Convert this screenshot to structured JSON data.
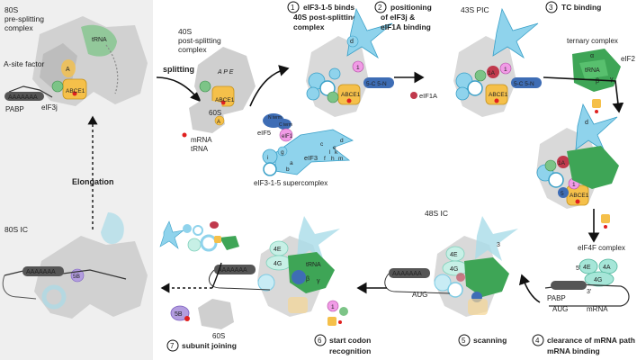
{
  "panel_80s": {
    "title_line1": "80S",
    "title_line2": "pre-splitting",
    "title_line3": "complex",
    "a_site_factor": "A-site factor",
    "trna": "tRNA",
    "a_tag": "A",
    "pabp": "PABP",
    "poly_a": "AAAAAAA",
    "eif3j": "eIF3j",
    "abce1": "ABCE1"
  },
  "elongation": "Elongation",
  "splitting": "splitting",
  "post_splitting_40s": {
    "line1": "40S",
    "line2": "post-splitting",
    "line3": "complex",
    "sites": "A P E",
    "abce1": "ABCE1"
  },
  "released": {
    "s60": "60S",
    "a_tag": "A",
    "mrna": "mRNA",
    "trna": "tRNA"
  },
  "steps": [
    {
      "num": "1",
      "line1": "eIF3-1-5 binds",
      "line2": "40S post-splitting",
      "line3": "complex"
    },
    {
      "num": "2",
      "line1": "positioning",
      "line2": "of eIF3j &",
      "line3": "eIF1A binding"
    },
    {
      "num": "3",
      "line1": "TC binding",
      "line2": "",
      "line3": ""
    },
    {
      "num": "4",
      "line1": "clearance of mRNA path &",
      "line2": "mRNA binding",
      "line3": ""
    },
    {
      "num": "5",
      "line1": "scanning",
      "line2": "",
      "line3": ""
    },
    {
      "num": "6",
      "line1": "start codon",
      "line2": "recognition",
      "line3": ""
    },
    {
      "num": "7",
      "line1": "subunit joining",
      "line2": "",
      "line3": ""
    }
  ],
  "supercomplex": {
    "label": "eIF3-1-5 supercomplex",
    "eif5": "eIF5",
    "eif1": "eIF1",
    "eif3": "eIF3",
    "n_term": "N term",
    "c_term": "C term",
    "subunits": [
      "a",
      "b",
      "c",
      "d",
      "e",
      "f",
      "g",
      "h",
      "i",
      "k",
      "l",
      "m"
    ]
  },
  "pic_43s": {
    "label": "43S PIC",
    "eif1a_label": "eIF1A",
    "tag_1a": "1A",
    "tag_1": "1",
    "abce1": "ABCE1",
    "chain": "5-C 5-N"
  },
  "tc": {
    "label": "ternary complex",
    "eif2": "eIF2",
    "alpha": "α",
    "beta": "β",
    "gamma": "γ",
    "trna": "tRNA"
  },
  "eif4f": {
    "label": "eIF4F complex",
    "e4": "4E",
    "a4": "4A",
    "g4": "4G",
    "pabp": "PABP",
    "aug": "AUG",
    "mrna": "mRNA",
    "cap": "5'",
    "three": "3'"
  },
  "ic_48s": {
    "label": "48S IC",
    "aug": "AUG",
    "poly_a": "AAAAAAA"
  },
  "ic_80s": {
    "label": "80S IC",
    "poly_a": "AAAAAAA",
    "eif5b": "5B"
  },
  "step7": {
    "eif5b": "5B",
    "s60": "60S"
  },
  "labels": {
    "abce1": "ABCE1",
    "d": "d",
    "three": "3",
    "five": "5",
    "one": "1",
    "onea": "1A",
    "e4": "4E",
    "g4": "4G"
  },
  "colors": {
    "ribosome": "#d4d4d4",
    "ribosome_dark": "#b8b8b8",
    "eif3": "#8fd3ec",
    "eif3_edge": "#3aa0c8",
    "abce1": "#f5c04a",
    "eif1": "#f19be6",
    "eif1a": "#c0394c",
    "eif5": "#3e6db5",
    "eif2": "#3ea556",
    "eif4": "#a6e6d8",
    "eif5b": "#8a6fc7",
    "red": "#e0201f"
  }
}
